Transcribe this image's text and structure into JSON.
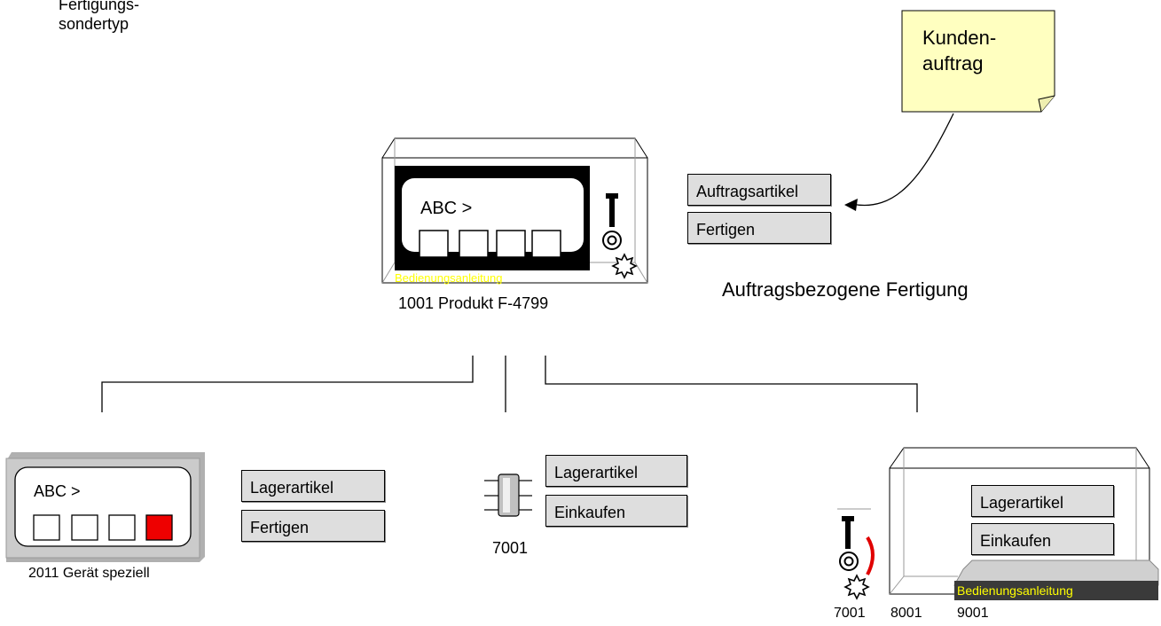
{
  "header": {
    "title_line1": "Fertigungs-",
    "title_line2": "sondertyp"
  },
  "note": {
    "line1": "Kunden-",
    "line2": "auftrag"
  },
  "main_product": {
    "display_text": "ABC >",
    "manual_label": "Bedienungsanleitung",
    "caption": "1001  Produkt F-4799",
    "tag_top": "Auftragsartikel",
    "tag_bottom": "Fertigen",
    "process_label": "Auftragsbezogene Fertigung"
  },
  "device": {
    "display_text": "ABC >",
    "caption": "2011 Gerät speziell",
    "tag_top": "Lagerartikel",
    "tag_bottom": "Fertigen",
    "highlight_color": "#ee0000"
  },
  "component": {
    "caption": "7001",
    "tag_top": "Lagerartikel",
    "tag_bottom": "Einkaufen"
  },
  "package": {
    "tag_top": "Lagerartikel",
    "tag_bottom": "Einkaufen",
    "manual_label": "Bedienungsanleitung",
    "caption_a": "7001",
    "caption_b": "8001",
    "caption_c": "9001"
  },
  "colors": {
    "note_fill": "#ffffc0",
    "tag_fill": "#dedede",
    "manual_text": "#ffff00",
    "manual_bar": "#3a3a3a"
  },
  "icons": [
    "screw-icon",
    "nut-icon",
    "gear-icon",
    "chip-icon"
  ]
}
